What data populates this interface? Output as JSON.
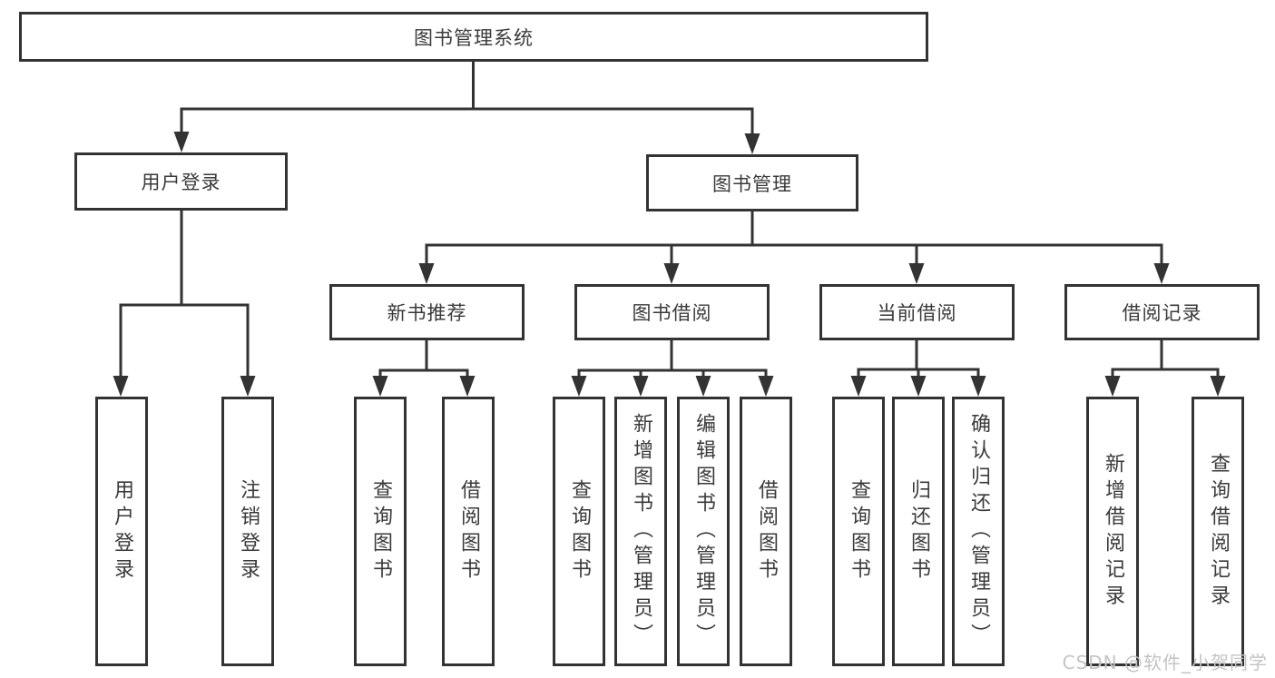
{
  "tree": {
    "root": "图书管理系统",
    "children": [
      {
        "label": "用户登录",
        "children": [
          "用户登录",
          "注销登录"
        ]
      },
      {
        "label": "图书管理",
        "children": [
          {
            "label": "新书推荐",
            "children": [
              "查询图书",
              "借阅图书"
            ]
          },
          {
            "label": "图书借阅",
            "children": [
              "查询图书",
              "新增图书（管理员）",
              "编辑图书（管理员）",
              "借阅图书"
            ]
          },
          {
            "label": "当前借阅",
            "children": [
              "查询图书",
              "归还图书",
              "确认归还（管理员）"
            ]
          },
          {
            "label": "借阅记录",
            "children": [
              "新增借阅记录",
              "查询借阅记录"
            ]
          }
        ]
      }
    ]
  },
  "watermark": {
    "text": "CSDN @软件_小贺同学"
  },
  "colors": {
    "line": "#333333",
    "box_border": "#333333",
    "text": "#3a3a3a",
    "watermark": "#c4c4c4",
    "background": "#ffffff"
  }
}
